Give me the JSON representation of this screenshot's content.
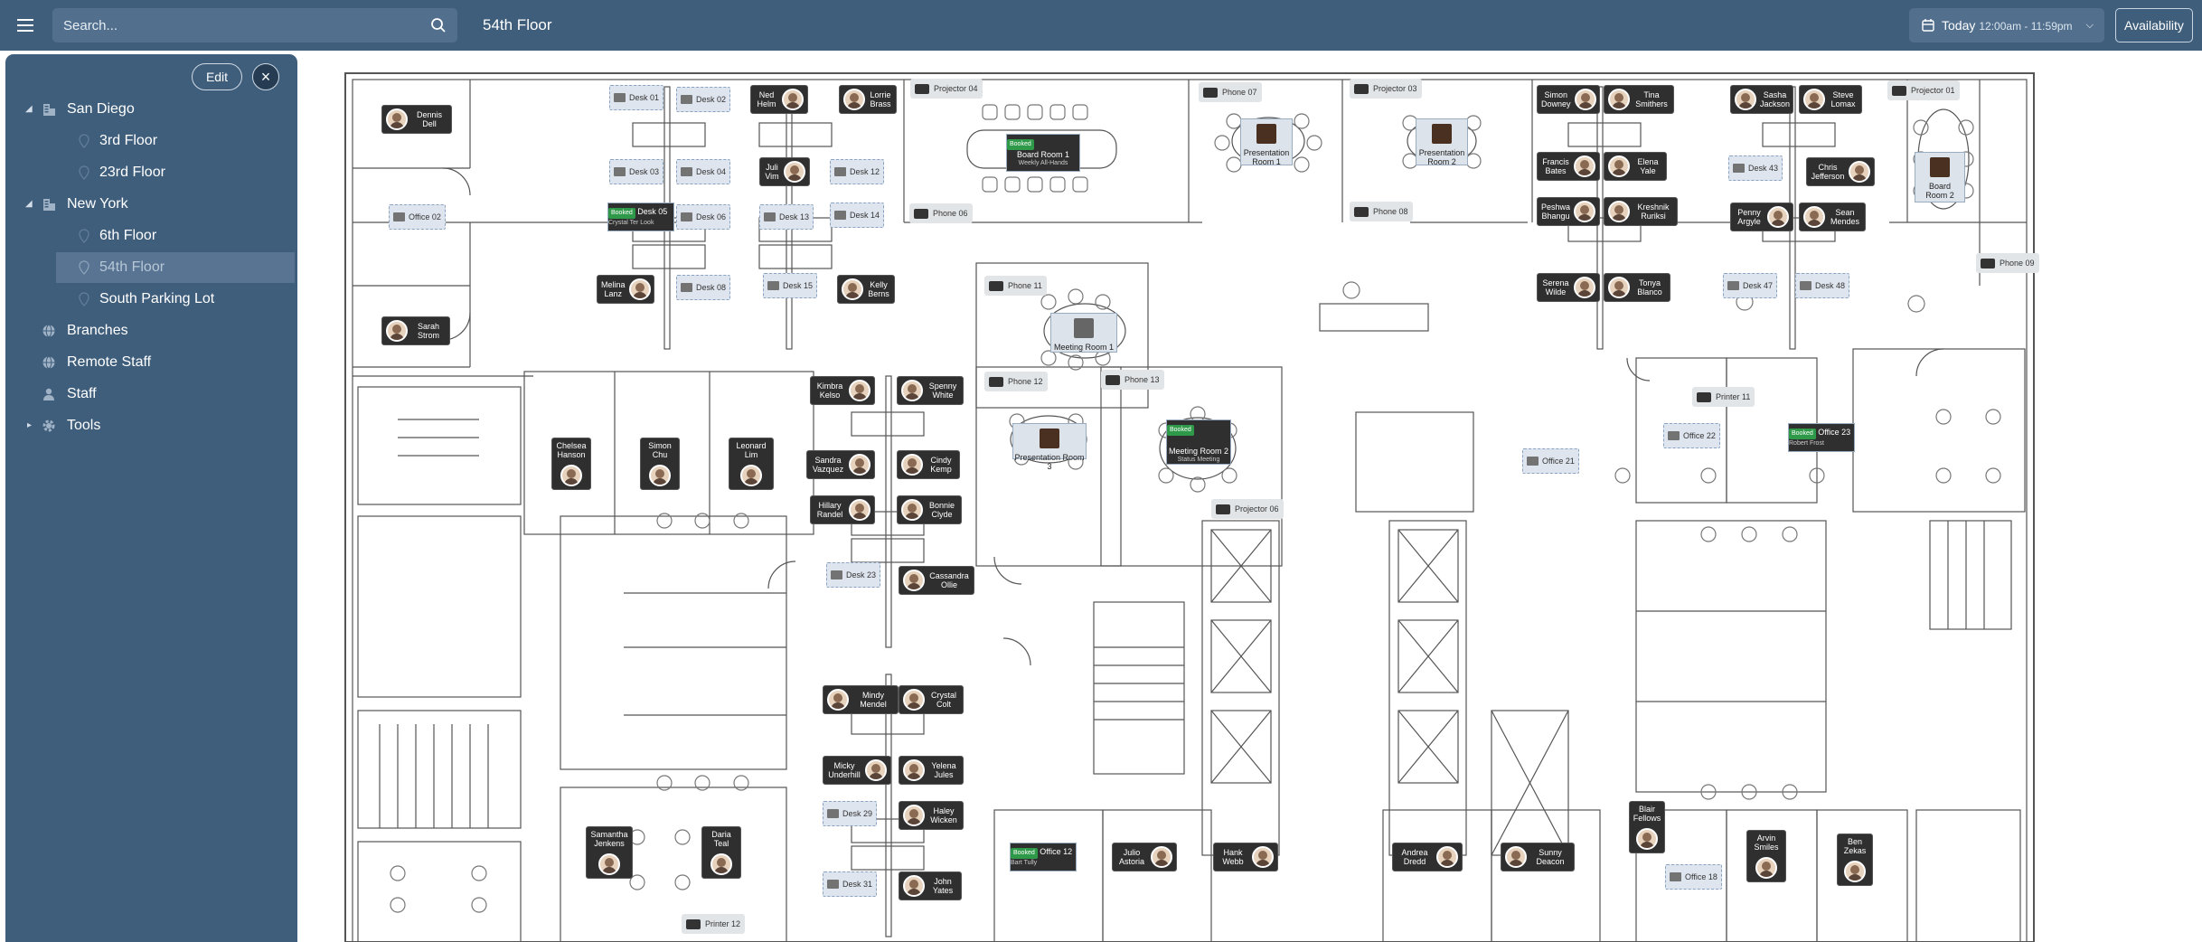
{
  "header": {
    "search_placeholder": "Search...",
    "title": "54th Floor",
    "date_label": "Today",
    "date_range": "12:00am - 11:59pm",
    "availability_label": "Availability"
  },
  "sidebar": {
    "edit_label": "Edit",
    "close_label": "×",
    "items": [
      {
        "label": "San Diego",
        "type": "building"
      },
      {
        "label": "3rd Floor",
        "type": "floor"
      },
      {
        "label": "23rd Floor",
        "type": "floor"
      },
      {
        "label": "New York",
        "type": "building"
      },
      {
        "label": "6th Floor",
        "type": "floor"
      },
      {
        "label": "54th Floor",
        "type": "floor",
        "selected": true
      },
      {
        "label": "South Parking Lot",
        "type": "floor"
      },
      {
        "label": "Branches",
        "type": "globe"
      },
      {
        "label": "Remote Staff",
        "type": "globe"
      },
      {
        "label": "Staff",
        "type": "person"
      },
      {
        "label": "Tools",
        "type": "gear"
      }
    ]
  },
  "map": {
    "people": [
      {
        "id": "p1",
        "name": "Dennis Dell"
      },
      {
        "id": "p2",
        "name": "Sarah Strom"
      },
      {
        "id": "p3",
        "name": "Ned\nHelm"
      },
      {
        "id": "p4",
        "name": "Lorrie\nBrass"
      },
      {
        "id": "p5",
        "name": "Juli\nVim"
      },
      {
        "id": "p6",
        "name": "Melina\nLanz"
      },
      {
        "id": "p7",
        "name": "Kelly\nBerns"
      },
      {
        "id": "p8",
        "name": "Simon\nDowney"
      },
      {
        "id": "p9",
        "name": "Tina\nSmithers"
      },
      {
        "id": "p10",
        "name": "Francis\nBates"
      },
      {
        "id": "p11",
        "name": "Elena\nYale"
      },
      {
        "id": "p12",
        "name": "Peshwa\nBhangu"
      },
      {
        "id": "p13",
        "name": "Kreshnik\nRuriksi"
      },
      {
        "id": "p14",
        "name": "Serena\nWilde"
      },
      {
        "id": "p15",
        "name": "Tonya\nBlanco"
      },
      {
        "id": "p16",
        "name": "Sasha\nJackson"
      },
      {
        "id": "p17",
        "name": "Steve\nLomax"
      },
      {
        "id": "p18",
        "name": "Chris\nJefferson"
      },
      {
        "id": "p19",
        "name": "Penny\nArgyle"
      },
      {
        "id": "p20",
        "name": "Sean\nMendes"
      },
      {
        "id": "p21",
        "name": "Chelsea\nHanson"
      },
      {
        "id": "p22",
        "name": "Simon\nChu"
      },
      {
        "id": "p23",
        "name": "Leonard\nLim"
      },
      {
        "id": "p24",
        "name": "Kimbra\nKelso"
      },
      {
        "id": "p25",
        "name": "Spenny\nWhite"
      },
      {
        "id": "p26",
        "name": "Sandra\nVazquez"
      },
      {
        "id": "p27",
        "name": "Cindy\nKemp"
      },
      {
        "id": "p28",
        "name": "Hillary\nRandel"
      },
      {
        "id": "p29",
        "name": "Bonnie\nClyde"
      },
      {
        "id": "p30",
        "name": "Cassandra\nOllie"
      },
      {
        "id": "p31",
        "name": "Mindy Mendel"
      },
      {
        "id": "p32",
        "name": "Crystal\nColt"
      },
      {
        "id": "p33",
        "name": "Micky\nUnderhill"
      },
      {
        "id": "p34",
        "name": "Yelena\nJules"
      },
      {
        "id": "p35",
        "name": "Haley\nWicken"
      },
      {
        "id": "p36",
        "name": "John\nYates"
      },
      {
        "id": "p37",
        "name": "Samantha\nJenkens"
      },
      {
        "id": "p38",
        "name": "Daria\nTeal"
      },
      {
        "id": "p39",
        "name": "Julio\nAstoria"
      },
      {
        "id": "p40",
        "name": "Hank\nWebb"
      },
      {
        "id": "p41",
        "name": "Andrea\nDredd"
      },
      {
        "id": "p42",
        "name": "Sunny\nDeacon"
      },
      {
        "id": "p43",
        "name": "Blair\nFellows"
      },
      {
        "id": "p44",
        "name": "Arvin\nSmiles"
      },
      {
        "id": "p45",
        "name": "Ben\nZekas"
      }
    ],
    "desks": [
      "Desk 01",
      "Desk 02",
      "Desk 03",
      "Desk 04",
      "Desk 06",
      "Desk 08",
      "Desk 12",
      "Desk 13",
      "Desk 14",
      "Desk 15",
      "Desk 23",
      "Desk 29",
      "Desk 31",
      "Desk 43",
      "Desk 47",
      "Desk 48",
      "Office 02",
      "Office 21",
      "Office 22",
      "Office 18"
    ],
    "devices": [
      "Projector 04",
      "Projector 03",
      "Projector 01",
      "Projector 06",
      "Phone 07",
      "Phone 06",
      "Phone 08",
      "Phone 09",
      "Phone 11",
      "Phone 12",
      "Phone 13",
      "Printer 11",
      "Printer 12"
    ],
    "rooms": {
      "board1": "Board Room 1",
      "board1_sub": "Weekly All-Hands",
      "board2": "Board\nRoom 2",
      "pres1": "Presentation\nRoom 1",
      "pres2": "Presentation\nRoom 2",
      "pres3": "Presentation Room 3",
      "meet1": "Meeting Room 1",
      "meet2": "Meeting Room 2",
      "meet2_sub": "Status Meeting",
      "desk05": "Desk 05",
      "desk05_sub": "Crystal Ter Look",
      "office23": "Office 23",
      "office23_sub": "Robert Frost",
      "office12": "Office 12",
      "office12_sub": "Bart Tully",
      "booked": "Booked"
    }
  }
}
